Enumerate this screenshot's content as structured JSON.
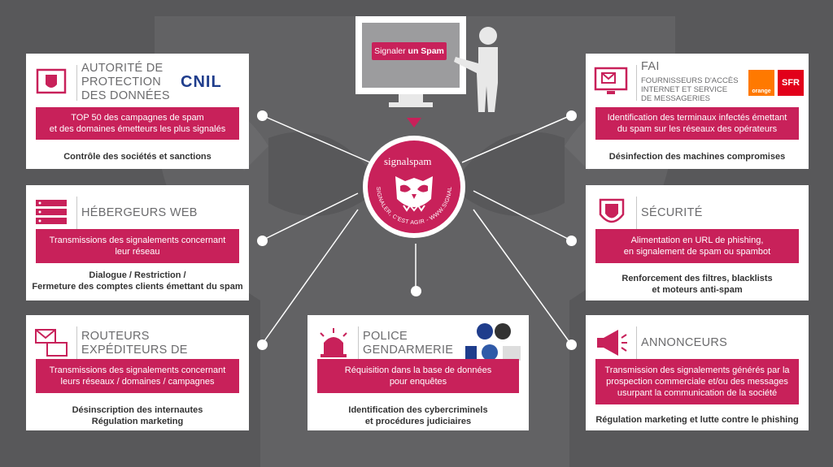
{
  "colors": {
    "accent": "#c8215a",
    "background": "#58585a",
    "box": "#ffffff",
    "text_gray": "#6b6b6d"
  },
  "center": {
    "logo_left": "signal",
    "logo_right": "spam",
    "ring_text": "SIGNALER, C'EST AGIR - WWW.SIGNAL-SPAM.FR"
  },
  "monitor": {
    "button_part1": "Signaler",
    "button_part2": "un Spam"
  },
  "boxes": {
    "cnil": {
      "title_lines": [
        "AUTORITÉ DE",
        "PROTECTION",
        "DES DONNÉES"
      ],
      "logo": "CNIL",
      "band_lines": [
        "TOP 50 des campagnes de spam",
        "et des domaines émetteurs les plus signalés"
      ],
      "foot_lines": [
        "Contrôle des sociétés et sanctions"
      ]
    },
    "hebergeurs": {
      "title_lines": [
        "HÉBERGEURS WEB"
      ],
      "band_lines": [
        "Transmissions des signalements concernant",
        "leur réseau"
      ],
      "foot_lines": [
        "Dialogue / Restriction /",
        "Fermeture des comptes clients émettant du spam"
      ]
    },
    "routeurs": {
      "title_lines": [
        "ROUTEURS",
        "EXPÉDITEURS DE MESSAGES"
      ],
      "band_lines": [
        "Transmissions des signalements concernant",
        "leurs réseaux / domaines / campagnes"
      ],
      "foot_lines": [
        "Désinscription des internautes",
        "Régulation marketing"
      ]
    },
    "police": {
      "title_lines": [
        "POLICE",
        "GENDARMERIE"
      ],
      "band_lines": [
        "Réquisition dans la base de données",
        "pour enquêtes"
      ],
      "foot_lines": [
        "Identification des cybercriminels",
        "et procédures judiciaires"
      ]
    },
    "fai": {
      "title_lines": [
        "FAI"
      ],
      "subtitle_lines": [
        "FOURNISSEURS D'ACCÈS",
        "INTERNET ET SERVICE",
        "DE MESSAGERIES"
      ],
      "logo_orange": "orange",
      "logo_sfr": "SFR",
      "band_lines": [
        "Identification des terminaux infectés émettant",
        "du spam sur les réseaux des opérateurs"
      ],
      "foot_lines": [
        "Désinfection des machines compromises"
      ]
    },
    "securite": {
      "title_lines": [
        "SÉCURITÉ"
      ],
      "band_lines": [
        "Alimentation en URL de phishing,",
        "en signalement de spam ou spambot"
      ],
      "foot_lines": [
        "Renforcement des filtres, blacklists",
        "et moteurs anti-spam"
      ]
    },
    "annonceurs": {
      "title_lines": [
        "ANNONCEURS"
      ],
      "band_lines": [
        "Transmission des signalements générés par la",
        "prospection commerciale et/ou des messages",
        "usurpant la communication de la société"
      ],
      "foot_lines": [
        "Régulation marketing et lutte contre le phishing"
      ]
    }
  },
  "icons": {
    "cnil": "shield-screen-icon",
    "hebergeurs": "server-icon",
    "routeurs": "envelope-screen-icon",
    "police": "siren-icon",
    "fai": "email-monitor-icon",
    "securite": "shield-icon",
    "annonceurs": "megaphone-icon"
  }
}
